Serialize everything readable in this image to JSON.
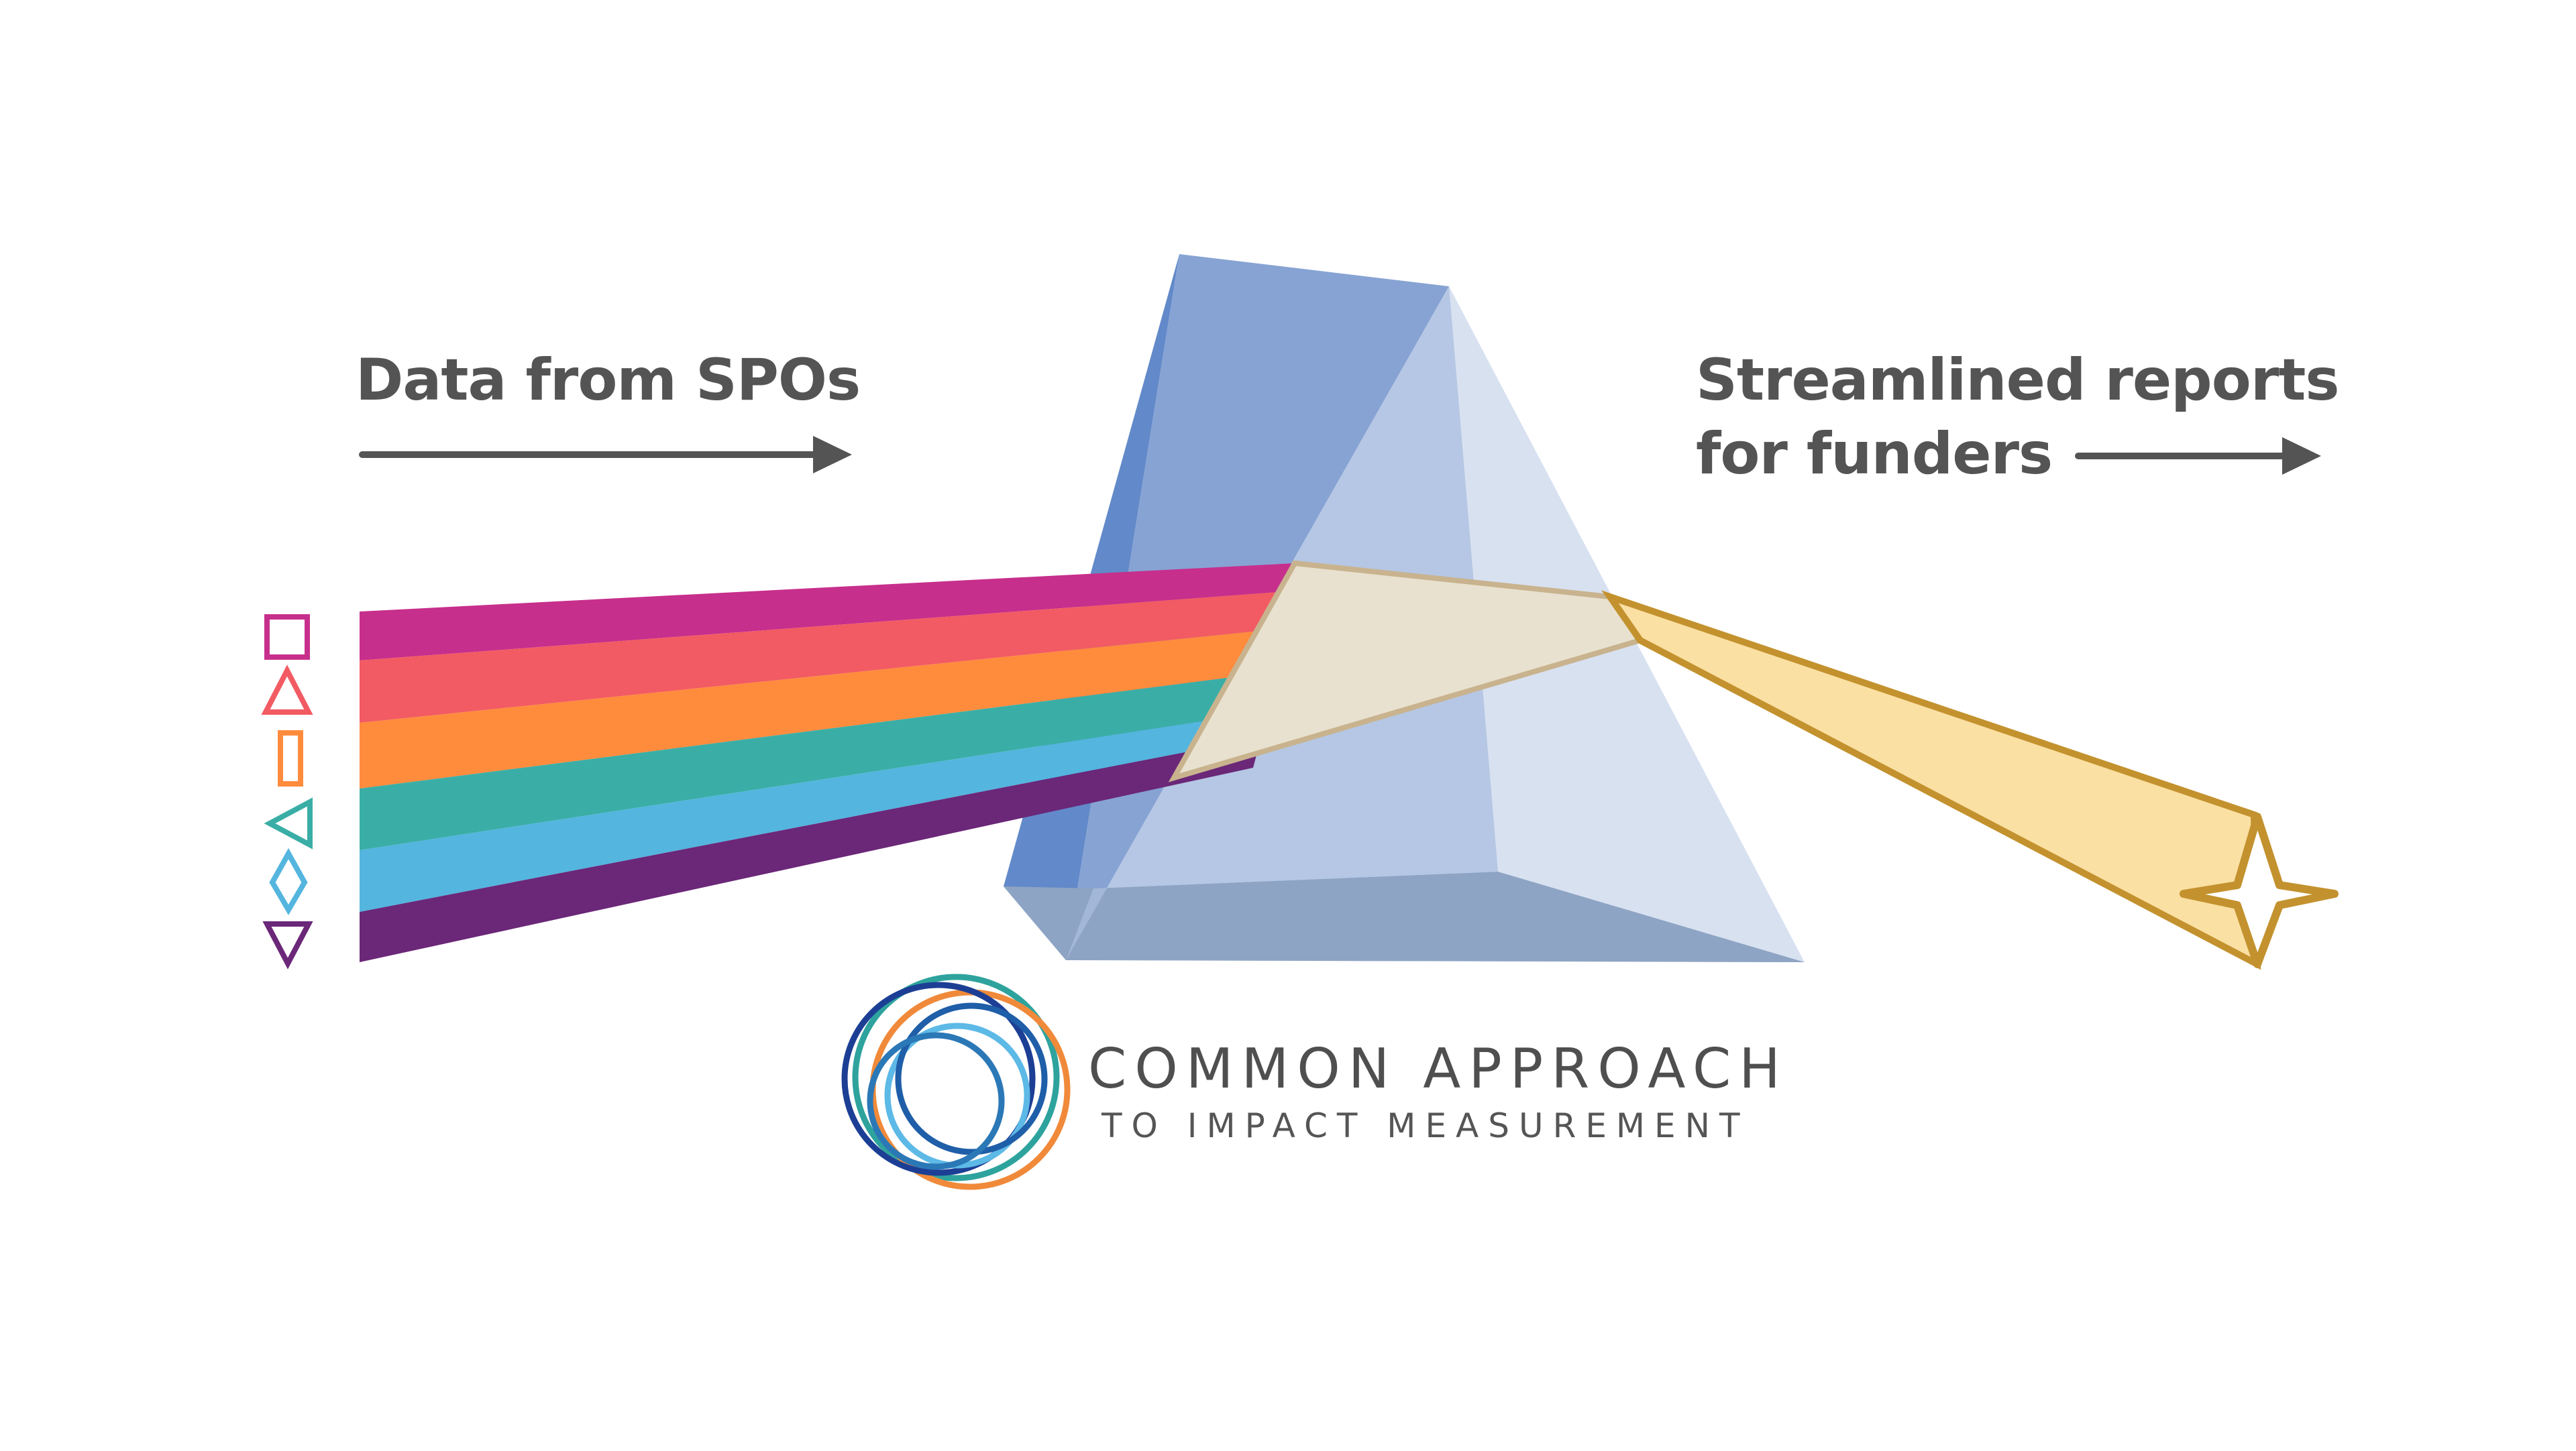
{
  "diagram": {
    "left_label": "Data from SPOs",
    "right_label_line1": "Streamlined reports",
    "right_label_line2": "for funders",
    "input_data_colors": [
      "#c72f8c",
      "#f25b63",
      "#ff8b3d",
      "#3aaea6",
      "#54b5df",
      "#6b2778"
    ],
    "prism_colors": {
      "front_dark": "#6289c9",
      "top_face": "#87a3d3",
      "side_face": "#d8e1f0",
      "base_face": "#8ea4c4",
      "inner_light": "#a9bddf"
    },
    "output_color": "#fbe0a3",
    "output_outline": "#c3922e"
  },
  "logo": {
    "title": "COMMON APPROACH",
    "subtitle": "TO IMPACT MEASUREMENT",
    "ring_colors": [
      "#2ea39d",
      "#1f5ea8",
      "#f08a3a",
      "#1c3f95",
      "#5db9e6"
    ]
  }
}
